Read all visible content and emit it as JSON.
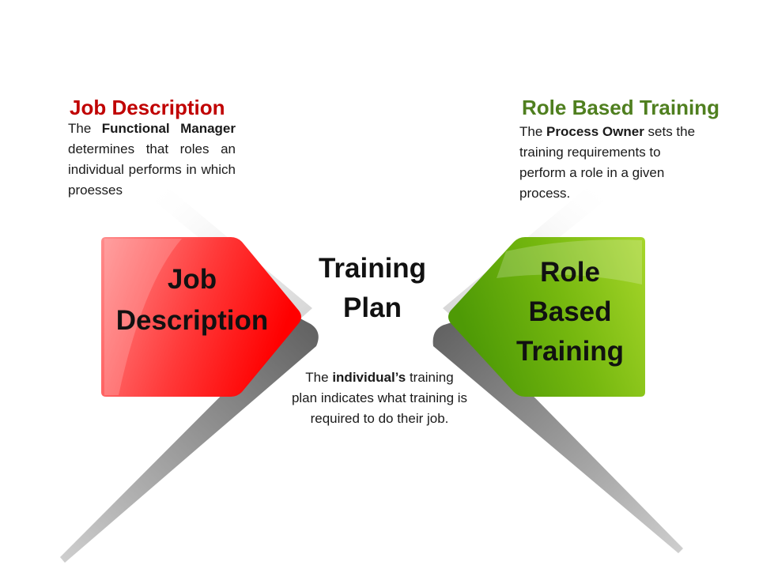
{
  "colors": {
    "left_accent": "#c00000",
    "right_accent": "#4f7f1f",
    "left_shape": "#ff2a2a",
    "right_shape": "#7dbb14",
    "blade": "#707070"
  },
  "left": {
    "heading": "Job Description",
    "desc": {
      "pre": "The ",
      "bold": "Functional Manager",
      "post": " determines that roles an individual performs in which proesses"
    },
    "shape_lines": [
      "Job",
      "Description"
    ]
  },
  "right": {
    "heading": "Role Based Training",
    "desc": {
      "pre": "The ",
      "bold": "Process Owner",
      "post": " sets the training requirements to perform a role in a given process."
    },
    "shape_lines": [
      "Role",
      "Based",
      "Training"
    ]
  },
  "center": {
    "title_lines": [
      "Training",
      "Plan"
    ],
    "desc": {
      "pre": "The ",
      "bold": "individual’s",
      "post": " training plan indicates what training is required to do their job."
    }
  }
}
